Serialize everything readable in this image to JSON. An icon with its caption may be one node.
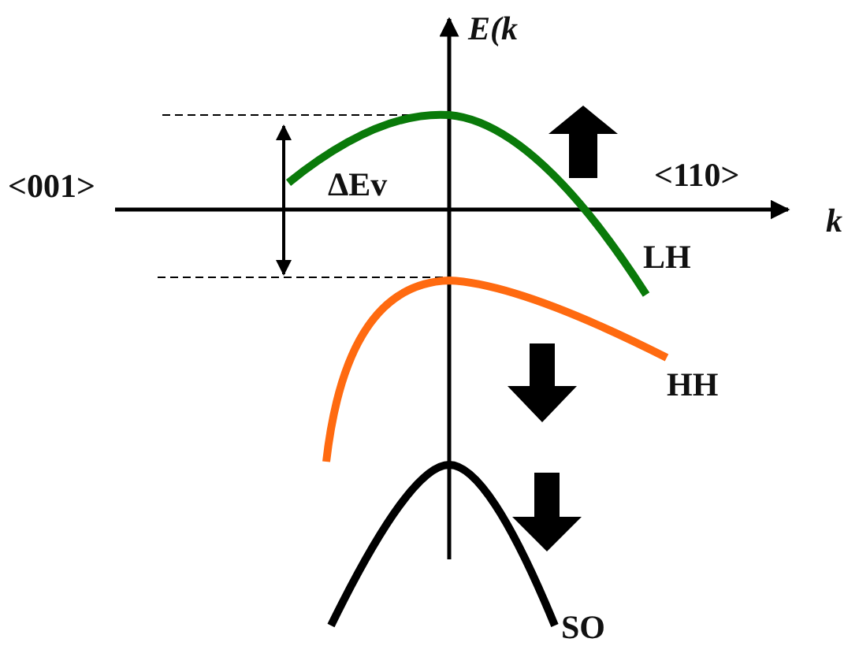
{
  "diagram": {
    "labels": [
      "E(k",
      "<001>",
      "ΔEv",
      "<110>",
      "k",
      "LH",
      "HH",
      "SO"
    ]
  }
}
